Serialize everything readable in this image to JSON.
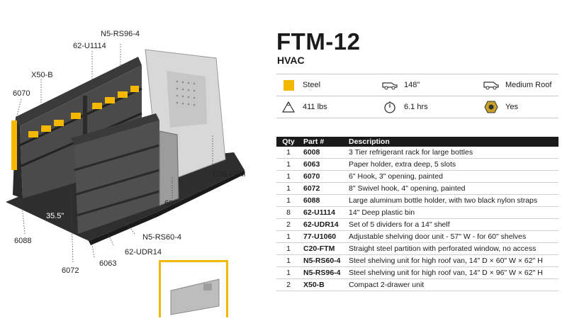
{
  "header": {
    "title": "FTM-12",
    "subtitle": "HVAC"
  },
  "specs": {
    "material": {
      "label": "Steel",
      "icon": "steel-swatch-icon",
      "color": "#f5b800"
    },
    "van_length": {
      "label": "148\"",
      "icon": "van-icon"
    },
    "roof": {
      "label": "Medium Roof",
      "icon": "van-roof-icon"
    },
    "weight": {
      "label": "411 lbs",
      "icon": "weight-icon"
    },
    "install_time": {
      "label": "6.1 hrs",
      "icon": "stopwatch-icon"
    },
    "hardware": {
      "label": "Yes",
      "icon": "hex-nut-icon"
    }
  },
  "table": {
    "headers": [
      "Qty",
      "Part #",
      "Description"
    ],
    "rows": [
      {
        "qty": "1",
        "part": "6008",
        "desc": "3 Tier refrigerant rack for large bottles"
      },
      {
        "qty": "1",
        "part": "6063",
        "desc": "Paper holder, extra deep, 5 slots"
      },
      {
        "qty": "1",
        "part": "6070",
        "desc": "6\" Hook, 3\" opening, painted"
      },
      {
        "qty": "1",
        "part": "6072",
        "desc": "8\" Swivel hook, 4\" opening, painted"
      },
      {
        "qty": "1",
        "part": "6088",
        "desc": "Large aluminum bottle holder, with two black nylon straps"
      },
      {
        "qty": "8",
        "part": "62-U1114",
        "desc": "14\" Deep plastic bin"
      },
      {
        "qty": "2",
        "part": "62-UDR14",
        "desc": "Set of 5 dividers for a 14\" shelf"
      },
      {
        "qty": "1",
        "part": "77-U1060",
        "desc": "Adjustable shelving door unit - 57\" W - for 60\" shelves"
      },
      {
        "qty": "1",
        "part": "C20-FTM",
        "desc": "Straight steel partition with perforated window, no access"
      },
      {
        "qty": "1",
        "part": "N5-RS60-4",
        "desc": "Steel shelving unit for high roof van, 14\" D × 60\" W × 62\" H"
      },
      {
        "qty": "1",
        "part": "N5-RS96-4",
        "desc": "Steel shelving unit for high roof van, 14\" D × 96\" W × 62\" H"
      },
      {
        "qty": "2",
        "part": "X50-B",
        "desc": "Compact 2-drawer unit"
      }
    ]
  },
  "callouts": {
    "n5rs96": "N5-RS96-4",
    "u1114": "62-U1114",
    "x50b": "X50-B",
    "p6070": "6070",
    "c20": "C20-FTM",
    "p6008": "6008",
    "n5rs60": "N5-RS60-4",
    "udr14": "62-UDR14",
    "p6063": "6063",
    "p6088": "6088",
    "p6072": "6072",
    "dim": "35.5\""
  }
}
